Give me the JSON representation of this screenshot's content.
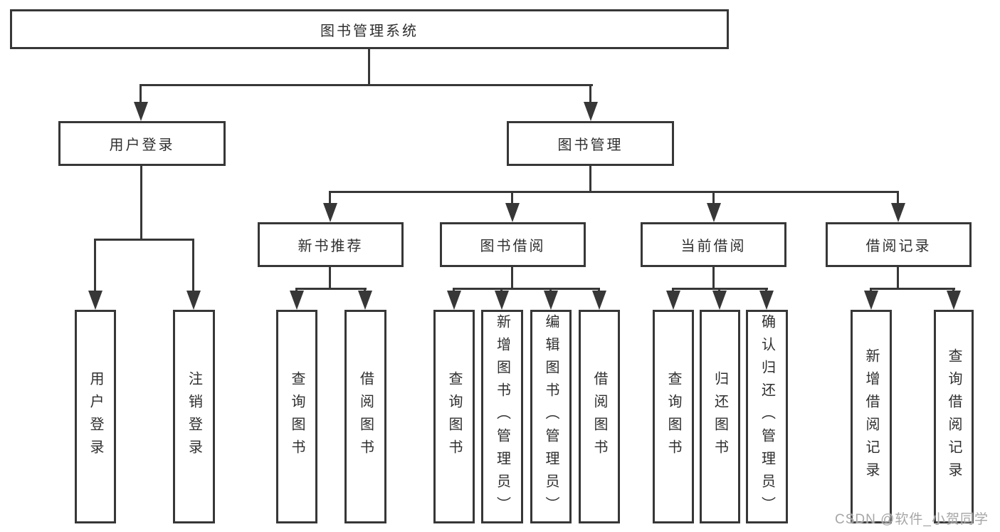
{
  "title": "图书管理系统",
  "watermark": "CSDN @软件_小贺同学",
  "nodes": {
    "user_login": "用户登录",
    "book_mgmt": "图书管理",
    "new_book_rec": "新书推荐",
    "book_borrow": "图书借阅",
    "current_borrow": "当前借阅",
    "borrow_records": "借阅记录"
  },
  "leaves": {
    "login": [
      "用户登录",
      "注销登录"
    ],
    "recommend": [
      "查询图书",
      "借阅图书"
    ],
    "borrow": [
      "查询图书",
      "新增图书（管理员）",
      "编辑图书（管理员）",
      "借阅图书"
    ],
    "current": [
      "查询图书",
      "归还图书",
      "确认归还（管理员）"
    ],
    "records": [
      "新增借阅记录",
      "查询借阅记录"
    ]
  },
  "colors": {
    "line": "#373737",
    "text": "#2f2f2f",
    "watermark": "#a6a6a6"
  }
}
